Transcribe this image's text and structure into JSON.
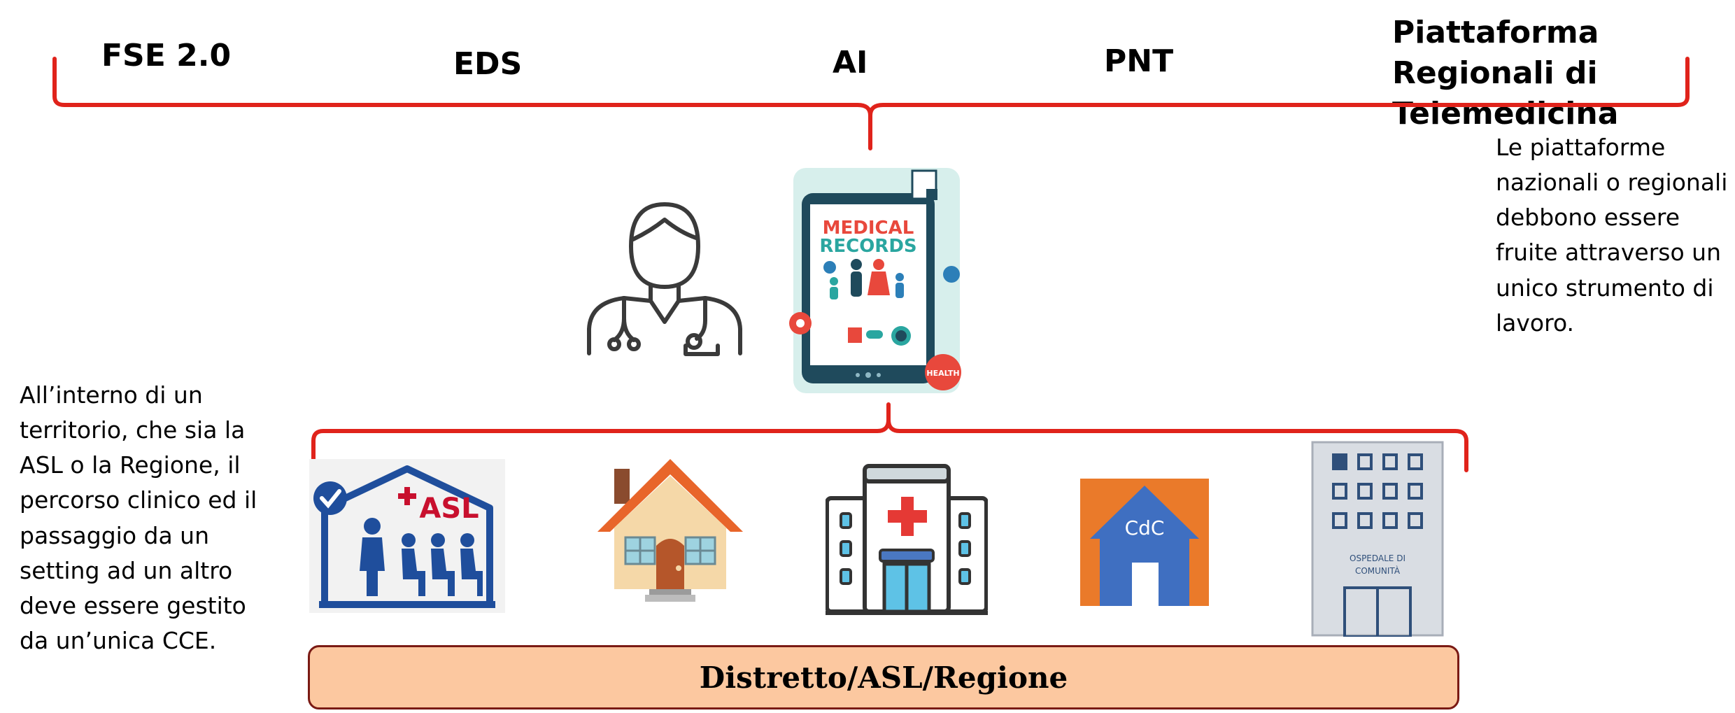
{
  "top_labels": {
    "fse": "FSE 2.0",
    "eds": "EDS",
    "ai": "AI",
    "pnt": "PNT",
    "piattaforma": "Piattaforma Regionali di Telemedicina"
  },
  "notes": {
    "right": "Le piattaforme nazionali o regionali debbono essere fruite attraverso un unico strumento di lavoro.",
    "left": "All’interno di un territorio, che sia la ASL o la Regione, il percorso clinico ed il passaggio da un setting ad un altro deve essere gestito da un’unica CCE."
  },
  "tablet": {
    "title_line1": "MEDICAL",
    "title_line2": "RECORDS",
    "badge": "HEALTH"
  },
  "settings": {
    "asl_label": "ASL",
    "cdc_label": "CdC",
    "ospedale_label_line1": "OSPEDALE DI",
    "ospedale_label_line2": "COMUNITÀ"
  },
  "district_bar": {
    "label": "Distretto/ASL/Regione"
  },
  "colors": {
    "bracket_red": "#e0231b",
    "bar_fill": "#fcc8a0",
    "bar_border": "#7a1a14",
    "asl_blue": "#1f4e9c",
    "asl_red": "#c8102e",
    "cdc_orange": "#ea7a2a",
    "cdc_blue": "#3f6fc1"
  }
}
